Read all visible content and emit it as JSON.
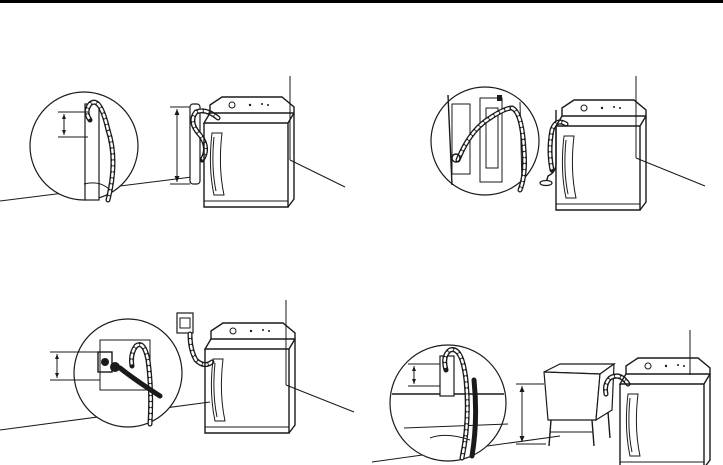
{
  "colors": {
    "line": "#1a1a1a",
    "background": "#ffffff",
    "rule": "#000000"
  },
  "panels": [
    {
      "id": "standpipe-drain",
      "icons": [
        "standpipe-icon",
        "washer-icon",
        "drain-hose-icon",
        "magnifier-circle-icon",
        "height-dimension-icon"
      ]
    },
    {
      "id": "floor-drain",
      "icons": [
        "floor-drain-icon",
        "washer-icon",
        "drain-hose-icon",
        "magnifier-circle-icon"
      ]
    },
    {
      "id": "wall-standpipe-drain",
      "icons": [
        "wall-box-icon",
        "washer-icon",
        "drain-hose-icon",
        "magnifier-circle-icon",
        "height-dimension-icon"
      ]
    },
    {
      "id": "laundry-tub-drain",
      "icons": [
        "laundry-tub-icon",
        "washer-icon",
        "drain-hose-icon",
        "magnifier-circle-icon",
        "height-dimension-icon"
      ]
    }
  ]
}
